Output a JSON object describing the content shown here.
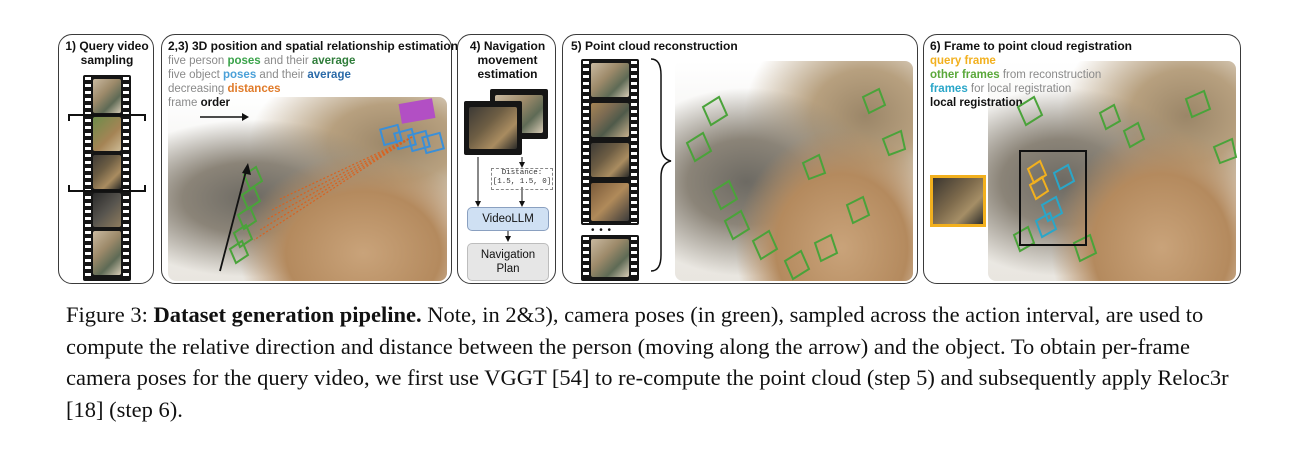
{
  "panels": {
    "p1": {
      "title_line1": "1) Query video",
      "title_line2": "sampling"
    },
    "p23": {
      "title": "2,3) 3D position and spatial relationship estimation",
      "legend": [
        {
          "pre": "five person ",
          "key": "poses",
          "mid": " and their ",
          "key2": "average",
          "color1": "#3aa34a",
          "color2": "#2f7d3a"
        },
        {
          "pre": "five object ",
          "key": "poses",
          "mid": " and their ",
          "key2": "average",
          "color1": "#4aa0d8",
          "color2": "#2a6aa8"
        },
        {
          "pre": "decreasing ",
          "key": "distances",
          "mid": "",
          "key2": "",
          "color1": "#e07b2a",
          "color2": ""
        },
        {
          "pre": "frame ",
          "key": "order",
          "mid": "",
          "key2": "",
          "color1": "#111111",
          "color2": ""
        }
      ]
    },
    "p4": {
      "title_line1": "4) Navigation",
      "title_line2": "movement",
      "title_line3": "estimation",
      "distance_label": "Distance:",
      "distance_value": "[1.5, 1.5, 0]",
      "videollm": "VideoLLM",
      "plan_line1": "Navigation",
      "plan_line2": "Plan"
    },
    "p5": {
      "title": "5) Point cloud reconstruction",
      "ellipsis": "• • •"
    },
    "p6": {
      "title": "6) Frame to point cloud registration",
      "legend": [
        {
          "key": "query frame",
          "rest": "",
          "color": "#f2b01e"
        },
        {
          "key": "other frames",
          "rest": " from reconstruction",
          "color": "#5aa83a"
        },
        {
          "key": "frames",
          "rest": " for local registration",
          "color": "#2aa6c8"
        },
        {
          "key": "local registration",
          "rest": "",
          "color": "#111111"
        }
      ]
    }
  },
  "colors": {
    "pose_green": "#4aa33a",
    "pose_blue": "#3a8fd8",
    "query_yellow": "#f2b01e",
    "cyan": "#2aa6c8",
    "distance_orange": "#d9621f",
    "object_purple": "#a04ab0"
  },
  "caption": {
    "label": "Figure 3:",
    "bold": "Dataset generation pipeline.",
    "text": "Note, in 2&3), camera poses (in green), sampled across the action interval, are used to compute the relative direction and distance between the person (moving along the arrow) and the object. To obtain per-frame camera poses for the query video, we first use VGGT [54] to re-compute the point cloud (step 5) and subsequently apply Reloc3r [18] (step 6)."
  }
}
